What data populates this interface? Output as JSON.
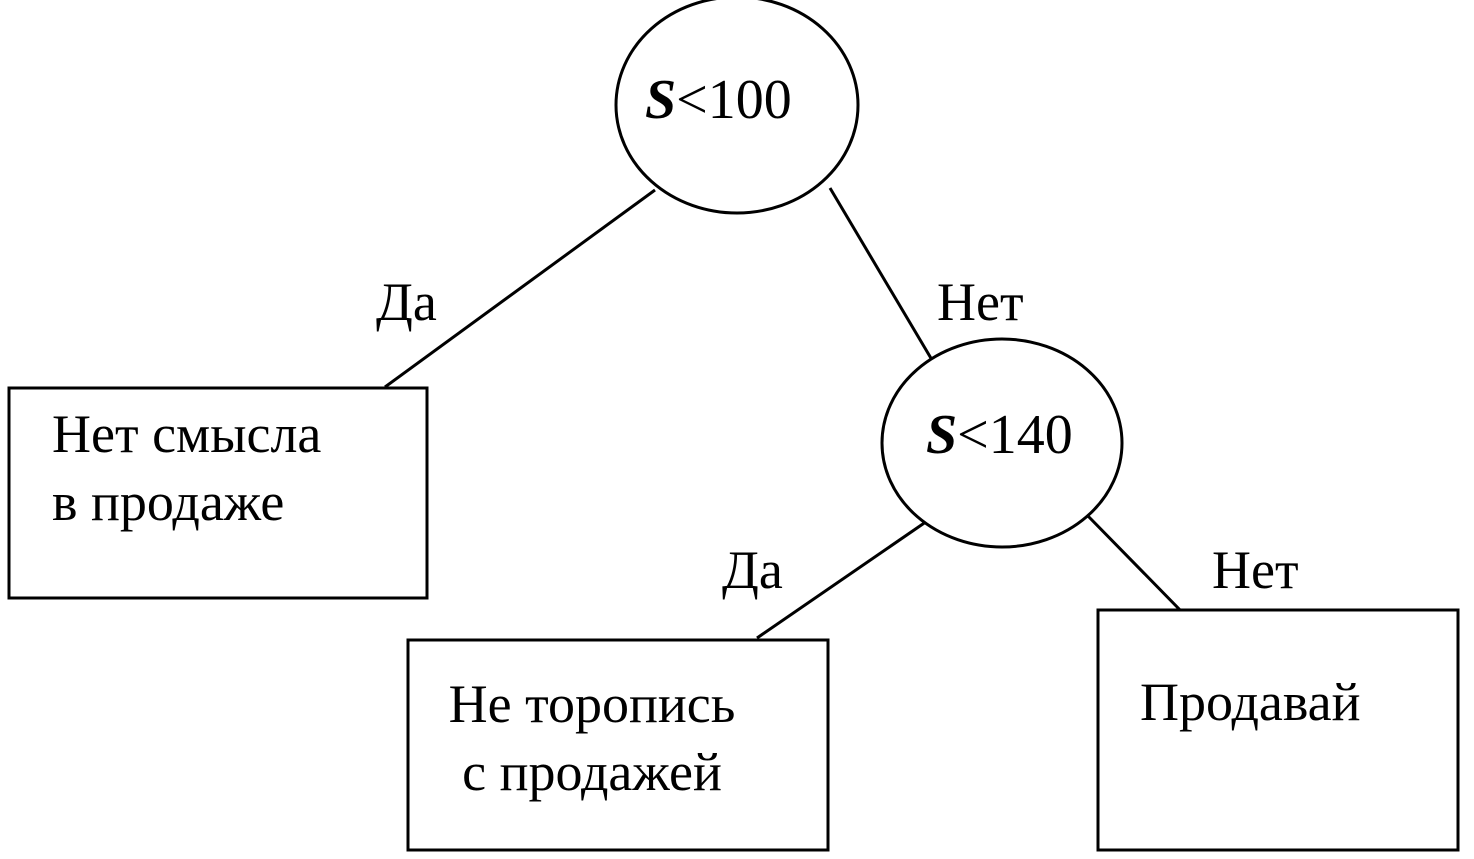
{
  "decisions": [
    {
      "variable": "S",
      "condition": "<100"
    },
    {
      "variable": "S",
      "condition": "<140"
    }
  ],
  "edge_labels": {
    "root_yes": "Да",
    "root_no": "Нет",
    "inner_yes": "Да",
    "inner_no": "Нет"
  },
  "outcomes": {
    "no_sense": {
      "line1": "Нет смысла",
      "line2": "в продаже"
    },
    "dont_hurry": {
      "line1": "Не торопись",
      "line2": "с продажей"
    },
    "sell": {
      "line1": "Продавай"
    }
  },
  "colors": {
    "stroke": "#000000",
    "background": "#ffffff"
  }
}
